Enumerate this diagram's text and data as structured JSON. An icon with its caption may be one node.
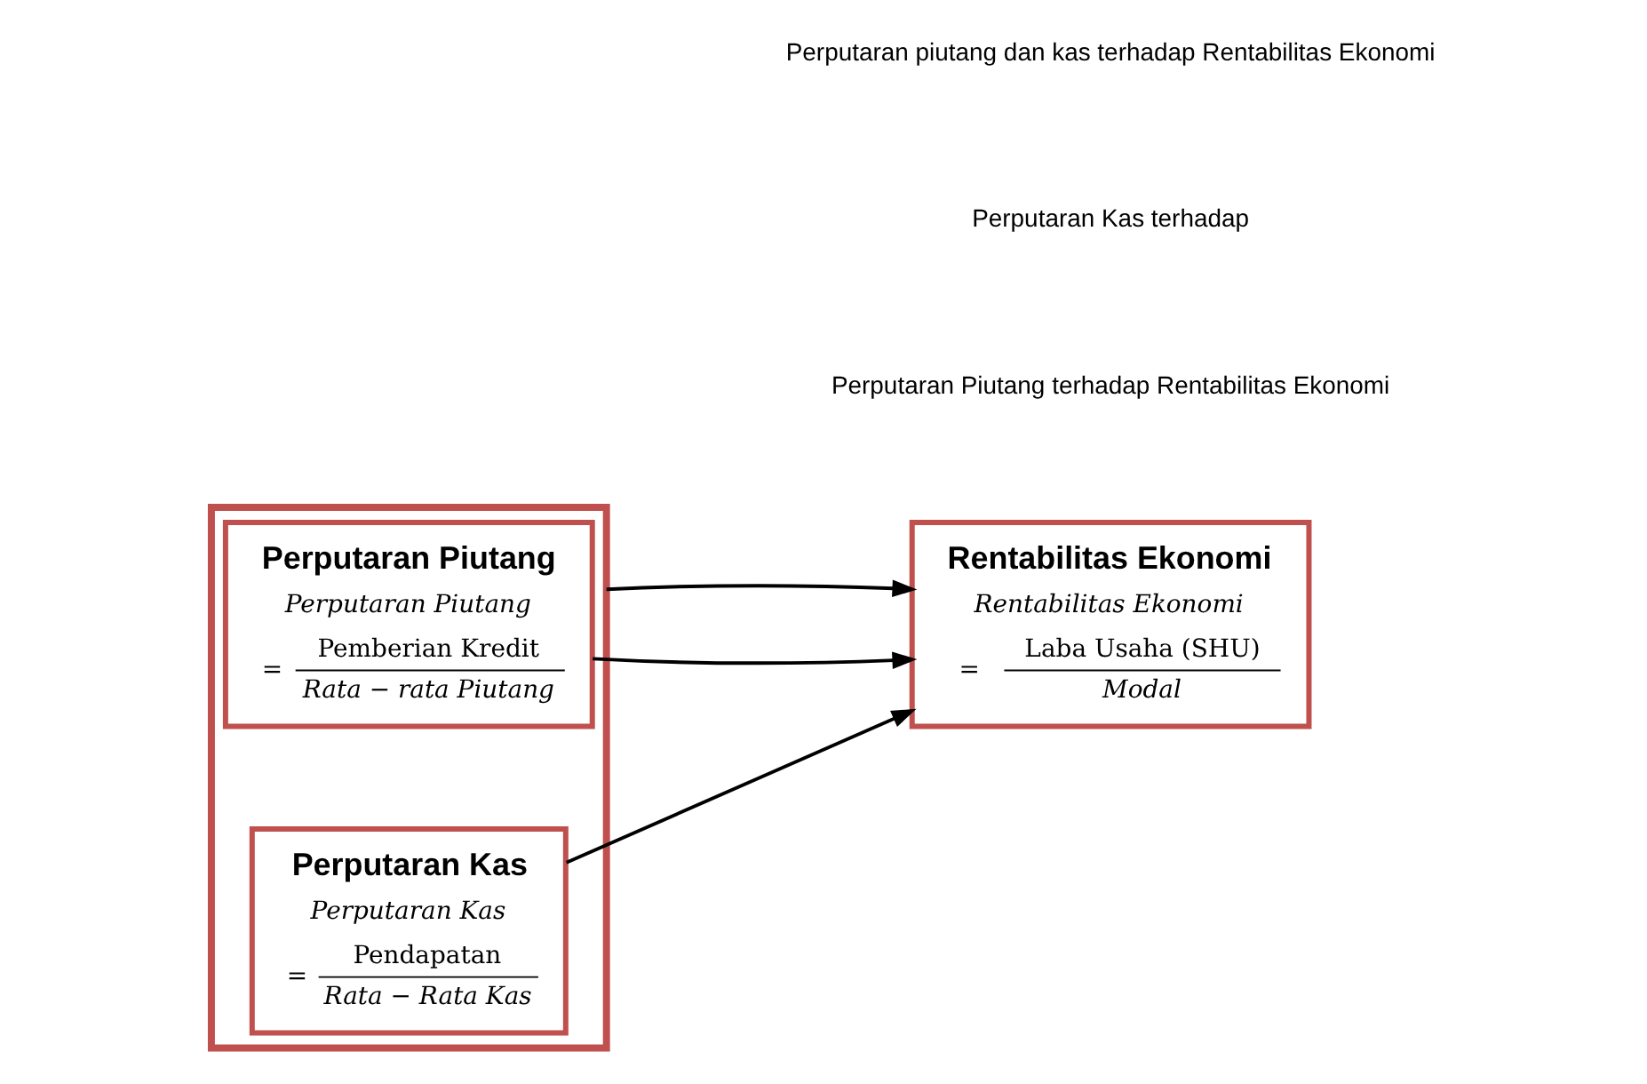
{
  "diagram": {
    "nodes": [
      {
        "text": [],
        "shape": "box"
      },
      {
        "text": [
          "Perputaran Piutang",
          "Perputaran Piutang",
          "=",
          "Pemberian Kredit",
          "Rata − rata Piutang"
        ],
        "in": 0
      },
      {
        "text": [
          "Perputaran Kas",
          "Perputaran Kas",
          "=",
          "Pendapatan",
          "Rata − Rata Kas"
        ],
        "in": 0
      },
      {
        "text": [
          "Rentabilitas Ekonomi",
          "Rentabilitas Ekonomi",
          "=",
          "Laba Usaha (SHU)",
          "Modal"
        ]
      }
    ],
    "edges": [
      {
        "from": 1,
        "to": 3,
        "arrow": "to"
      },
      {
        "from": 2,
        "to": 3,
        "arrow": "to"
      },
      {
        "from": 0,
        "to": 3,
        "arrow": "to"
      }
    ],
    "labels": [
      "Perputaran Piutang terhadap Rentabilitas Ekonomi",
      "Perputaran Kas terhadap",
      "Perputaran piutang dan kas terhadap Rentabilitas Ekonomi"
    ]
  }
}
